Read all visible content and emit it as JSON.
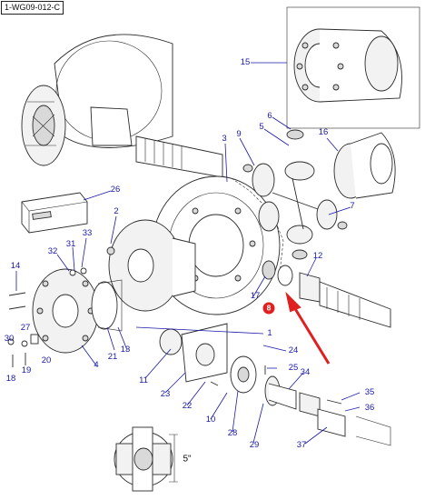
{
  "diagram_code": "1-WG09-012-C",
  "dimension_label": "5\"",
  "highlight": {
    "ref": "8",
    "color": "#e02020"
  },
  "callout_color": "#1a1aa8",
  "part_refs": [
    {
      "id": "r15",
      "label": "15"
    },
    {
      "id": "r6",
      "label": "6"
    },
    {
      "id": "r5",
      "label": "5"
    },
    {
      "id": "r3",
      "label": "3"
    },
    {
      "id": "r9",
      "label": "9"
    },
    {
      "id": "r16",
      "label": "16"
    },
    {
      "id": "r26",
      "label": "26"
    },
    {
      "id": "r2",
      "label": "2"
    },
    {
      "id": "r7",
      "label": "7"
    },
    {
      "id": "r33",
      "label": "33"
    },
    {
      "id": "r31",
      "label": "31"
    },
    {
      "id": "r32",
      "label": "32"
    },
    {
      "id": "r14",
      "label": "14"
    },
    {
      "id": "r12",
      "label": "12"
    },
    {
      "id": "r17",
      "label": "17"
    },
    {
      "id": "r27",
      "label": "27"
    },
    {
      "id": "r30",
      "label": "30"
    },
    {
      "id": "r19",
      "label": "19"
    },
    {
      "id": "r20",
      "label": "20"
    },
    {
      "id": "r21",
      "label": "21"
    },
    {
      "id": "r13",
      "label": "13"
    },
    {
      "id": "r4",
      "label": "4"
    },
    {
      "id": "r18",
      "label": "18"
    },
    {
      "id": "r1",
      "label": "1"
    },
    {
      "id": "r24",
      "label": "24"
    },
    {
      "id": "r25",
      "label": "25"
    },
    {
      "id": "r11",
      "label": "11"
    },
    {
      "id": "r23",
      "label": "23"
    },
    {
      "id": "r22",
      "label": "22"
    },
    {
      "id": "r34",
      "label": "34"
    },
    {
      "id": "r10",
      "label": "10"
    },
    {
      "id": "r35",
      "label": "35"
    },
    {
      "id": "r36",
      "label": "36"
    },
    {
      "id": "r28",
      "label": "28"
    },
    {
      "id": "r29",
      "label": "29"
    },
    {
      "id": "r37",
      "label": "37"
    }
  ]
}
